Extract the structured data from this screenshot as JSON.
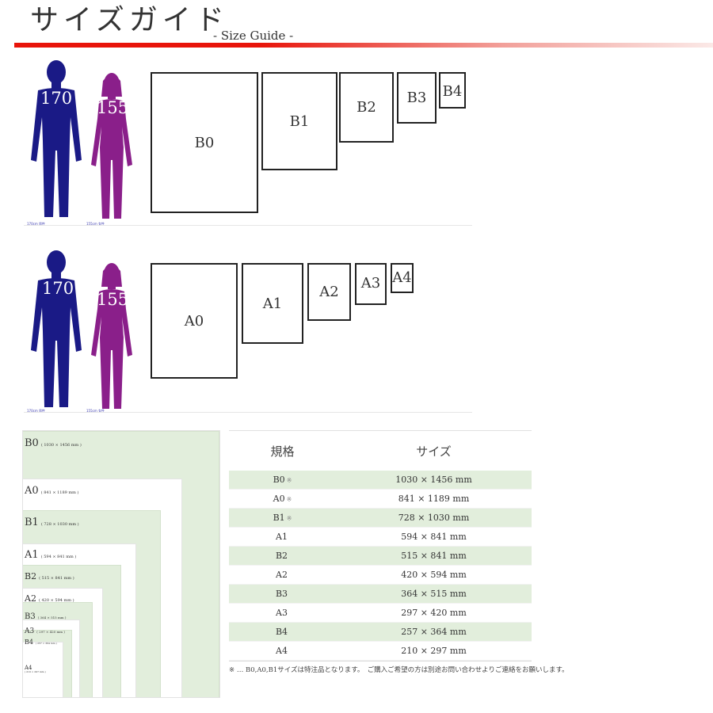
{
  "header": {
    "title": "サイズガイド",
    "subtitle": "- Size Guide -"
  },
  "colors": {
    "male": "#1a1a86",
    "female": "#8a1f8a",
    "accent": "#e8140a",
    "row_green": "#e2eedc"
  },
  "panels": [
    {
      "male_height": "170",
      "female_height": "155",
      "male_caption": "170cm 男性",
      "female_caption": "155cm 女性",
      "sheets": [
        "B0",
        "B1",
        "B2",
        "B3",
        "B4"
      ]
    },
    {
      "male_height": "170",
      "female_height": "155",
      "male_caption": "170cm 男性",
      "female_caption": "155cm 女性",
      "sheets": [
        "A0",
        "A1",
        "A2",
        "A3",
        "A4"
      ]
    }
  ],
  "nested": [
    {
      "name": "B0",
      "dims": "( 1030 × 1456 mm )"
    },
    {
      "name": "A0",
      "dims": "( 841 × 1189 mm )"
    },
    {
      "name": "B1",
      "dims": "( 728 × 1030 mm )"
    },
    {
      "name": "A1",
      "dims": "( 594 × 841 mm )"
    },
    {
      "name": "B2",
      "dims": "( 515 × 841 mm )"
    },
    {
      "name": "A2",
      "dims": "( 420 × 594 mm )"
    },
    {
      "name": "B3",
      "dims": "( 364 × 515 mm )"
    },
    {
      "name": "A3",
      "dims": "( 297 × 420 mm )"
    },
    {
      "name": "B4",
      "dims": "( 257 × 364 mm )"
    },
    {
      "name": "A4",
      "dims": "( 210 × 297 mm )"
    }
  ],
  "table": {
    "headers": [
      "規格",
      "サイズ"
    ],
    "rows": [
      {
        "spec": "B0",
        "mark": "※",
        "size": "1030 × 1456 mm"
      },
      {
        "spec": "A0",
        "mark": "※",
        "size": "841 × 1189 mm"
      },
      {
        "spec": "B1",
        "mark": "※",
        "size": "728 × 1030 mm"
      },
      {
        "spec": "A1",
        "mark": "",
        "size": "594 × 841 mm"
      },
      {
        "spec": "B2",
        "mark": "",
        "size": "515 × 841 mm"
      },
      {
        "spec": "A2",
        "mark": "",
        "size": "420 × 594 mm"
      },
      {
        "spec": "B3",
        "mark": "",
        "size": "364 × 515 mm"
      },
      {
        "spec": "A3",
        "mark": "",
        "size": "297 × 420 mm"
      },
      {
        "spec": "B4",
        "mark": "",
        "size": "257 × 364 mm"
      },
      {
        "spec": "A4",
        "mark": "",
        "size": "210 × 297 mm"
      }
    ]
  },
  "footnote": "※ … B0,A0,B1サイズは特注品となります。　ご購入ご希望の方は別途お問い合わせよりご連絡をお願いします。"
}
